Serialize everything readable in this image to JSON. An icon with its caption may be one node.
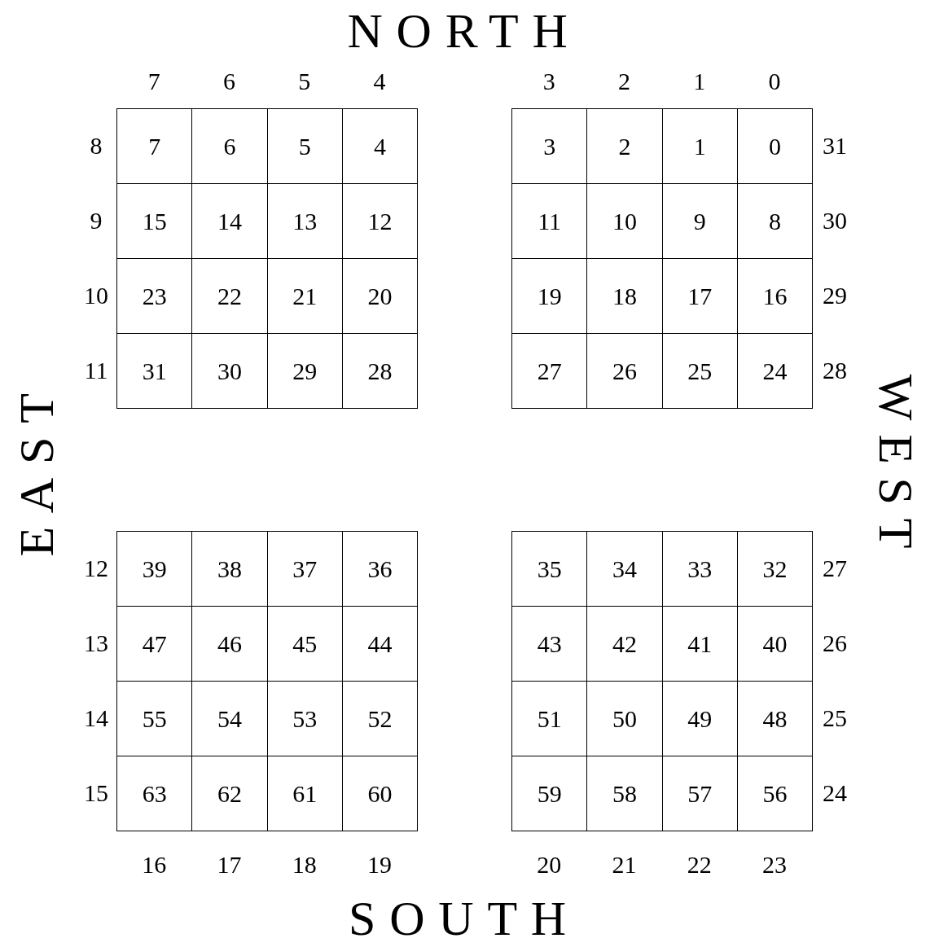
{
  "diagram": {
    "nodes": [
      {
        "text": [
          "7"
        ]
      },
      {
        "text": [
          "6"
        ]
      },
      {
        "text": [
          "5"
        ]
      },
      {
        "text": [
          "4"
        ]
      },
      {
        "text": [
          "3"
        ]
      },
      {
        "text": [
          "2"
        ]
      },
      {
        "text": [
          "1"
        ]
      },
      {
        "text": [
          "0"
        ]
      },
      {
        "text": [
          "15"
        ]
      },
      {
        "text": [
          "14"
        ]
      },
      {
        "text": [
          "13"
        ]
      },
      {
        "text": [
          "12"
        ]
      },
      {
        "text": [
          "11"
        ]
      },
      {
        "text": [
          "10"
        ]
      },
      {
        "text": [
          "9"
        ]
      },
      {
        "text": [
          "8"
        ]
      },
      {
        "text": [
          "23"
        ]
      },
      {
        "text": [
          "22"
        ]
      },
      {
        "text": [
          "21"
        ]
      },
      {
        "text": [
          "20"
        ]
      },
      {
        "text": [
          "19"
        ]
      },
      {
        "text": [
          "18"
        ]
      },
      {
        "text": [
          "17"
        ]
      },
      {
        "text": [
          "16"
        ]
      },
      {
        "text": [
          "31"
        ]
      },
      {
        "text": [
          "30"
        ]
      },
      {
        "text": [
          "29"
        ]
      },
      {
        "text": [
          "28"
        ]
      },
      {
        "text": [
          "27"
        ]
      },
      {
        "text": [
          "26"
        ]
      },
      {
        "text": [
          "25"
        ]
      },
      {
        "text": [
          "24"
        ]
      },
      {
        "text": [
          "39"
        ]
      },
      {
        "text": [
          "38"
        ]
      },
      {
        "text": [
          "37"
        ]
      },
      {
        "text": [
          "36"
        ]
      },
      {
        "text": [
          "35"
        ]
      },
      {
        "text": [
          "34"
        ]
      },
      {
        "text": [
          "33"
        ]
      },
      {
        "text": [
          "32"
        ]
      },
      {
        "text": [
          "47"
        ]
      },
      {
        "text": [
          "46"
        ]
      },
      {
        "text": [
          "45"
        ]
      },
      {
        "text": [
          "44"
        ]
      },
      {
        "text": [
          "43"
        ]
      },
      {
        "text": [
          "42"
        ]
      },
      {
        "text": [
          "41"
        ]
      },
      {
        "text": [
          "40"
        ]
      },
      {
        "text": [
          "55"
        ]
      },
      {
        "text": [
          "54"
        ]
      },
      {
        "text": [
          "53"
        ]
      },
      {
        "text": [
          "52"
        ]
      },
      {
        "text": [
          "51"
        ]
      },
      {
        "text": [
          "50"
        ]
      },
      {
        "text": [
          "49"
        ]
      },
      {
        "text": [
          "48"
        ]
      },
      {
        "text": [
          "63"
        ]
      },
      {
        "text": [
          "62"
        ]
      },
      {
        "text": [
          "61"
        ]
      },
      {
        "text": [
          "60"
        ]
      },
      {
        "text": [
          "59"
        ]
      },
      {
        "text": [
          "58"
        ]
      },
      {
        "text": [
          "57"
        ]
      },
      {
        "text": [
          "56"
        ]
      }
    ],
    "labels": [
      "NORTH",
      "7",
      "6",
      "5",
      "4",
      "3",
      "2",
      "1",
      "0",
      "8",
      "31",
      "9",
      "30",
      "10",
      "29",
      "11",
      "28",
      "EAST",
      "WEST",
      "12",
      "27",
      "13",
      "26",
      "14",
      "25",
      "15",
      "24",
      "16",
      "17",
      "18",
      "19",
      "20",
      "21",
      "22",
      "23",
      "SOUTH"
    ]
  }
}
